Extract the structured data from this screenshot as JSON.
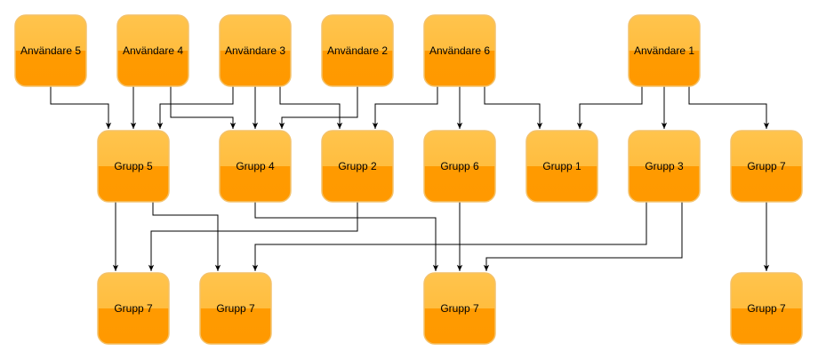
{
  "colors": {
    "node_top": "#ffc44d",
    "node_bottom": "#ff9900",
    "node_stroke": "#f4c26b",
    "edge": "#000000"
  },
  "users": [
    {
      "id": "u5",
      "label": "Användare 5"
    },
    {
      "id": "u4",
      "label": "Användare 4"
    },
    {
      "id": "u3",
      "label": "Användare 3"
    },
    {
      "id": "u2",
      "label": "Användare 2"
    },
    {
      "id": "u6",
      "label": "Användare 6"
    },
    {
      "id": "u1",
      "label": "Användare 1"
    }
  ],
  "groups_row1": [
    {
      "id": "g5",
      "label": "Grupp 5"
    },
    {
      "id": "g4",
      "label": "Grupp 4"
    },
    {
      "id": "g2",
      "label": "Grupp 2"
    },
    {
      "id": "g6",
      "label": "Grupp 6"
    },
    {
      "id": "g1",
      "label": "Grupp 1"
    },
    {
      "id": "g3",
      "label": "Grupp 3"
    },
    {
      "id": "g7a",
      "label": "Grupp 7"
    }
  ],
  "groups_row2": [
    {
      "id": "g7b",
      "label": "Grupp 7"
    },
    {
      "id": "g7c",
      "label": "Grupp 7"
    },
    {
      "id": "g7d",
      "label": "Grupp 7"
    },
    {
      "id": "g7e",
      "label": "Grupp 7"
    }
  ],
  "edges": [
    {
      "from": "u5",
      "to": "g5"
    },
    {
      "from": "u4",
      "to": "g5"
    },
    {
      "from": "u4",
      "to": "g4"
    },
    {
      "from": "u3",
      "to": "g5"
    },
    {
      "from": "u3",
      "to": "g4"
    },
    {
      "from": "u3",
      "to": "g2"
    },
    {
      "from": "u2",
      "to": "g4"
    },
    {
      "from": "u6",
      "to": "g2"
    },
    {
      "from": "u6",
      "to": "g6"
    },
    {
      "from": "u6",
      "to": "g1"
    },
    {
      "from": "u1",
      "to": "g1"
    },
    {
      "from": "u1",
      "to": "g3"
    },
    {
      "from": "u1",
      "to": "g7a"
    },
    {
      "from": "g5",
      "to": "g7b"
    },
    {
      "from": "g5",
      "to": "g7c"
    },
    {
      "from": "g2",
      "to": "g7b"
    },
    {
      "from": "g4",
      "to": "g7d"
    },
    {
      "from": "g6",
      "to": "g7d"
    },
    {
      "from": "g3",
      "to": "g7c"
    },
    {
      "from": "g3",
      "to": "g7d"
    },
    {
      "from": "g7a",
      "to": "g7e"
    }
  ]
}
